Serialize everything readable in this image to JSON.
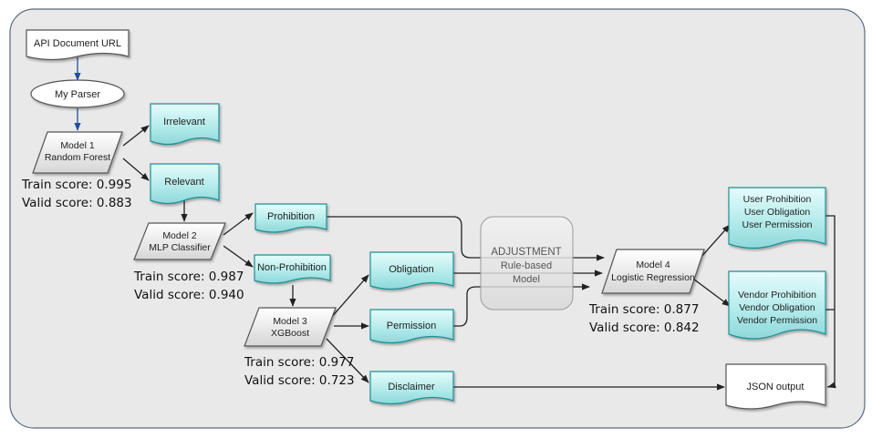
{
  "nodes": {
    "api_url": "API Document URL",
    "parser": "My Parser",
    "model1": {
      "line1": "Model 1",
      "line2": "Random Forest"
    },
    "irrelevant": "Irrelevant",
    "relevant": "Relevant",
    "model2": {
      "line1": "Model 2",
      "line2": "MLP Classifier"
    },
    "prohibition": "Prohibition",
    "non_prohibition": "Non-Prohibition",
    "model3": {
      "line1": "Model 3",
      "line2": "XGBoost"
    },
    "obligation": "Obligation",
    "permission": "Permission",
    "disclaimer": "Disclaimer",
    "adjustment": {
      "line1": "ADJUSTMENT",
      "line2": "Rule-based",
      "line3": "Model"
    },
    "model4": {
      "line1": "Model 4",
      "line2": "Logistic Regression"
    },
    "user_out": {
      "line1": "User Prohibition",
      "line2": "User Obligation",
      "line3": "User Permission"
    },
    "vendor_out": {
      "line1": "Vendor Prohibition",
      "line2": "Vendor Obligation",
      "line3": "Vendor Permission"
    },
    "json_output": "JSON output"
  },
  "scores": {
    "model1": {
      "train": "Train score: 0.995",
      "valid": "Valid score: 0.883"
    },
    "model2": {
      "train": "Train score: 0.987",
      "valid": "Valid score: 0.940"
    },
    "model3": {
      "train": "Train score: 0.977",
      "valid": "Valid score: 0.723"
    },
    "model4": {
      "train": "Train score: 0.877",
      "valid": "Valid score: 0.842"
    }
  },
  "colors": {
    "panel_bg": "#e9e9e9",
    "doc_fill": "#b8ecec",
    "doc_stroke": "#1f8f95",
    "node_stroke": "#555555",
    "accent_arrow": "#1f4f9e"
  }
}
